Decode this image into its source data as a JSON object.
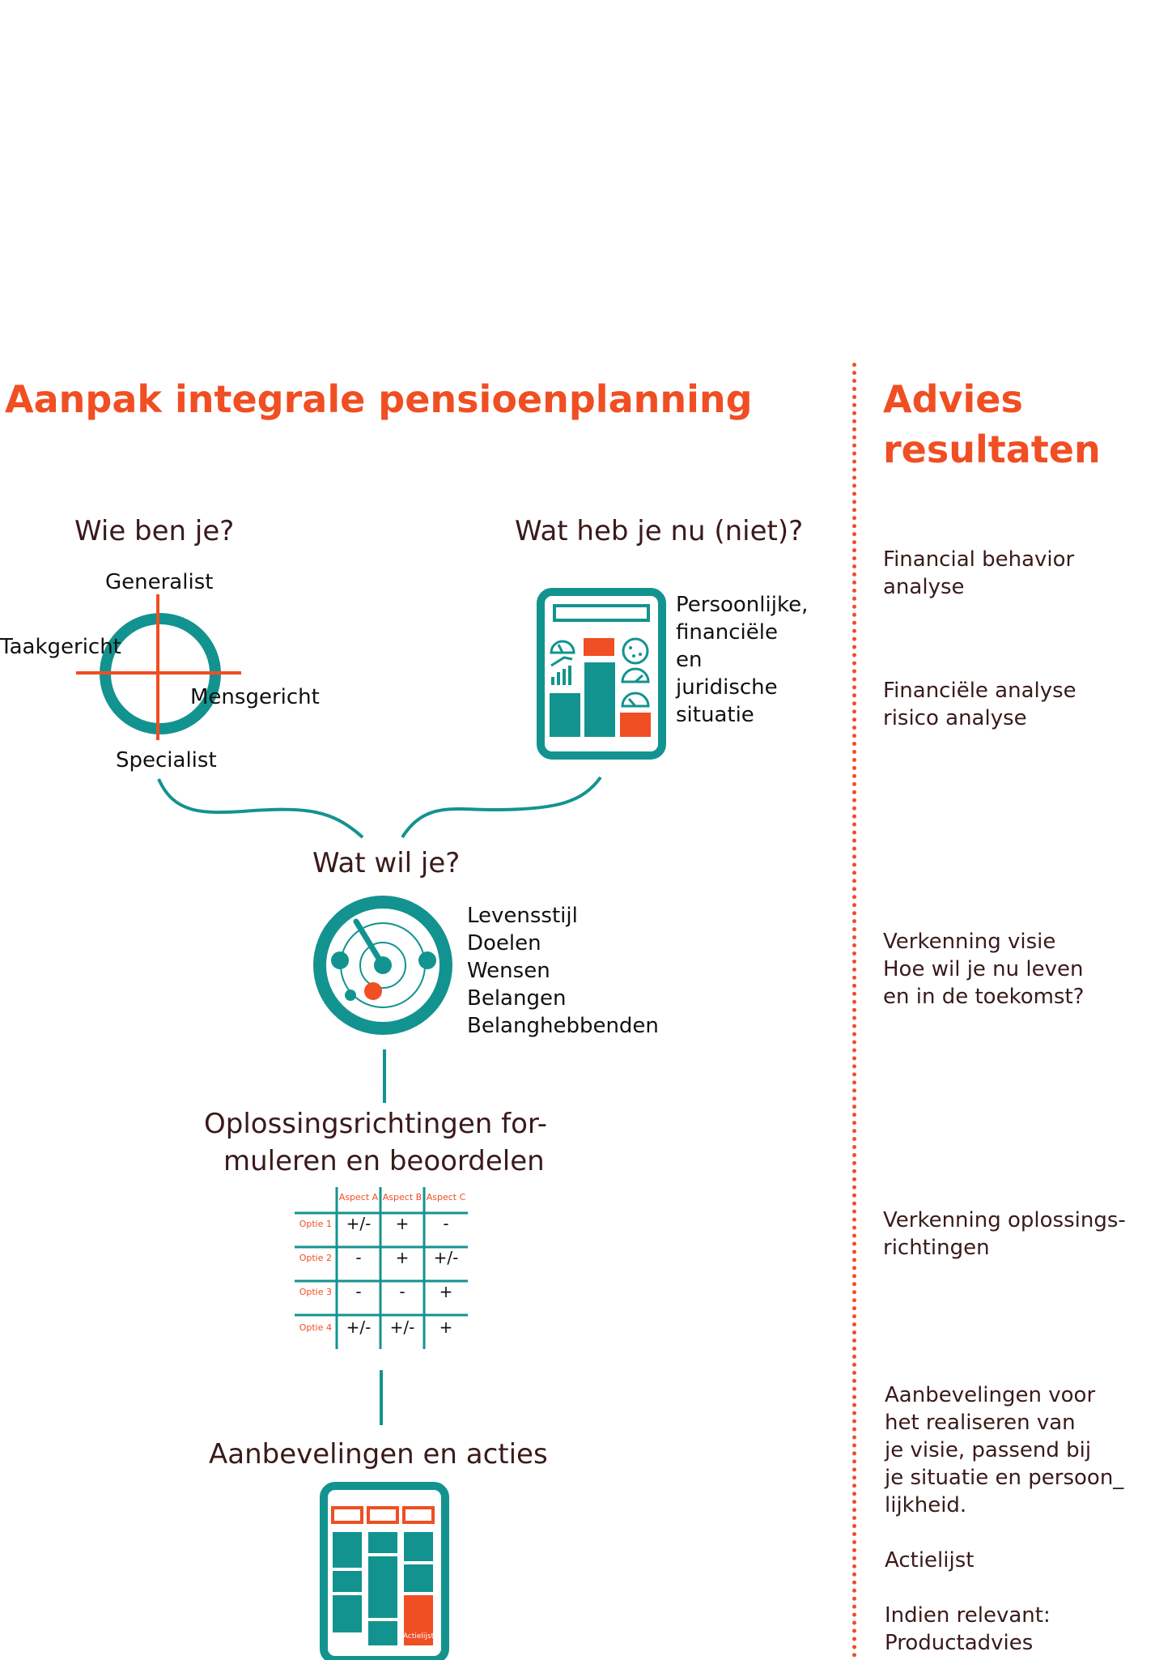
{
  "header": {
    "title": "Aanpak integrale pensioenplanning",
    "results_title_line1": "Advies",
    "results_title_line2": "resultaten"
  },
  "who": {
    "heading": "Wie ben je?",
    "top": "Generalist",
    "left": "Taakgericht",
    "right": "Mensgericht",
    "bottom": "Specialist"
  },
  "have": {
    "heading": "Wat heb je nu (niet)?",
    "lines": [
      "Persoonlijke,",
      "financiële",
      "en",
      "juridische",
      "situatie"
    ]
  },
  "want": {
    "heading": "Wat wil je?",
    "lines": [
      "Levensstijl",
      "Doelen",
      "Wensen",
      "Belangen",
      "Belanghebbenden"
    ]
  },
  "solutions": {
    "heading_line1": "Oplossingsrichtingen for-",
    "heading_line2": "muleren en beoordelen",
    "columns": [
      "Aspect A",
      "Aspect B",
      "Aspect C"
    ],
    "rows": [
      {
        "label": "Optie 1",
        "cells": [
          "+/-",
          "+",
          "-"
        ]
      },
      {
        "label": "Optie 2",
        "cells": [
          "-",
          "+",
          "+/-"
        ]
      },
      {
        "label": "Optie 3",
        "cells": [
          "-",
          "-",
          "+"
        ]
      },
      {
        "label": "Optie 4",
        "cells": [
          "+/-",
          "+/-",
          "+"
        ]
      }
    ]
  },
  "actions": {
    "heading": "Aanbevelingen en acties",
    "badge": "Actielijst"
  },
  "results": {
    "r1": [
      "Financial behavior",
      "analyse"
    ],
    "r2": [
      "Financiële analyse",
      "risico analyse"
    ],
    "r3": [
      "Verkenning visie",
      "Hoe wil je nu leven",
      "en in de toekomst?"
    ],
    "r4": [
      "Verkenning oplossings-",
      "richtingen"
    ],
    "r5": [
      "Aanbevelingen voor",
      "het realiseren van",
      "je visie, passend bij",
      "je situatie en persoon_",
      "lijkheid."
    ],
    "r6": [
      "Actielijst"
    ],
    "r7": [
      "Indien relevant:",
      "Productadvies"
    ]
  },
  "colors": {
    "teal": "#13938f",
    "orange": "#f04e23",
    "text": "#3a1a1a"
  }
}
